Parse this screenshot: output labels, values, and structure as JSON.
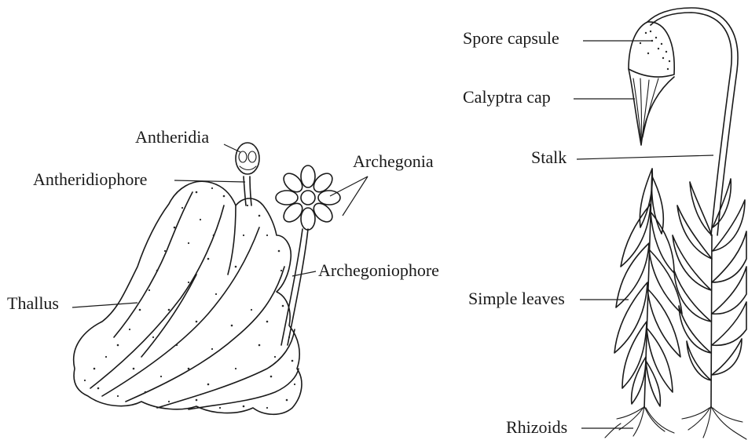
{
  "labels": {
    "antheridia": "Antheridia",
    "antheridiophore": "Antheridiophore",
    "archegonia": "Archegonia",
    "archegoniophore": "Archegoniophore",
    "thallus": "Thallus",
    "spore_capsule": "Spore capsule",
    "calyptra_cap": "Calyptra cap",
    "stalk": "Stalk",
    "simple_leaves": "Simple leaves",
    "rhizoids": "Rhizoids"
  },
  "colors": {
    "ink": "#1a1a1a",
    "background": "#ffffff"
  }
}
